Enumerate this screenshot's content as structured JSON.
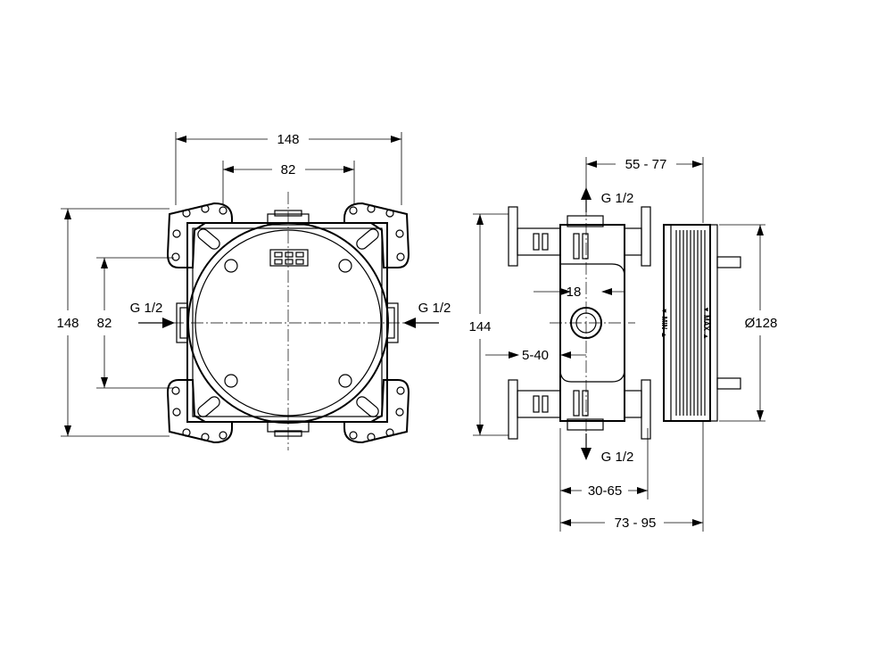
{
  "front_view": {
    "width_outer": "148",
    "width_inner": "82",
    "height_outer": "148",
    "height_inner": "82",
    "inlet_left": "G 1/2",
    "inlet_right": "G 1/2"
  },
  "side_view": {
    "depth_top": "55 - 77",
    "outlet_top": "G 1/2",
    "height": "144",
    "bore": "18",
    "offset": "5-40",
    "outlet_bottom": "G 1/2",
    "depth_inner": "30-65",
    "depth_total": "73 - 95",
    "diameter": "Ø128",
    "min_mark": "▼ MIN ▲",
    "max_mark": "▼ MAX ▲"
  }
}
